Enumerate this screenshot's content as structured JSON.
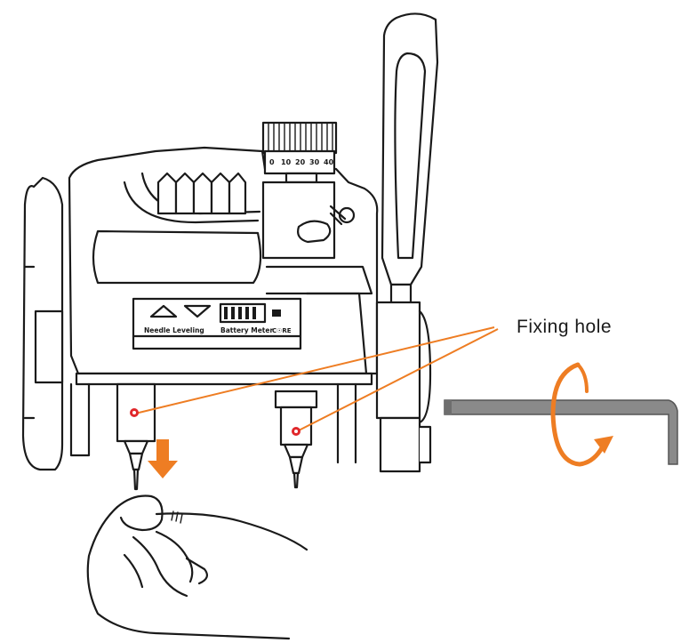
{
  "callout": {
    "label": "Fixing hole"
  },
  "panel": {
    "needle_leveling": "Needle Leveling",
    "battery_meter": "Battery Meter",
    "code": "C☉RE"
  },
  "dial": {
    "scale": [
      "0",
      "10",
      "20",
      "30",
      "40"
    ]
  },
  "colors": {
    "accent": "#ee7d23",
    "line": "#1a1a1a",
    "marker": "#e0272b",
    "wrench": "#8a8a8a"
  },
  "icons": [
    "arrow-down-icon",
    "rotation-arrow-icon"
  ]
}
